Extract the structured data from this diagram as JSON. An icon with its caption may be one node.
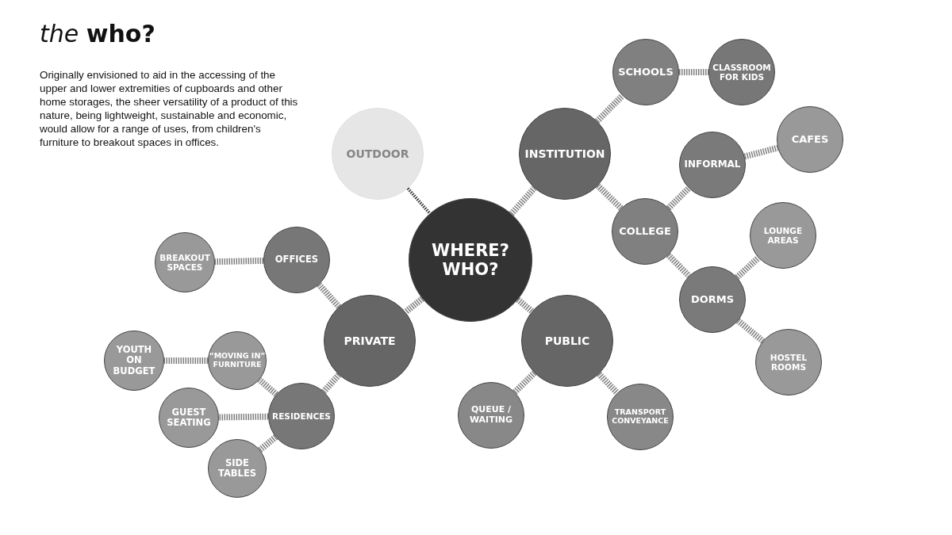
{
  "diagram": {
    "title": "*the* **who?**",
    "caption": "Originally envisioned to aid in the accessing of the upper and lower extremities of cupboards and other home storages, the sheer versatility of a product of this nature, being lightweight, sustainable and economic, would allow for a range of uses, from children's furniture to breakout spaces in offices.",
    "nodes": [
      {
        "text": [
          "WHERE? WHO?"
        ]
      },
      {
        "text": [
          "OUTDOOR"
        ]
      },
      {
        "text": [
          "INSTITUTION"
        ]
      },
      {
        "text": [
          "SCHOOLS"
        ]
      },
      {
        "text": [
          "CLASSROOM FOR KIDS"
        ]
      },
      {
        "text": [
          "INFORMAL"
        ]
      },
      {
        "text": [
          "CAFES"
        ]
      },
      {
        "text": [
          "COLLEGE"
        ]
      },
      {
        "text": [
          "LOUNGE AREAS"
        ]
      },
      {
        "text": [
          "DORMS"
        ]
      },
      {
        "text": [
          "HOSTEL ROOMS"
        ]
      },
      {
        "text": [
          "PRIVATE"
        ]
      },
      {
        "text": [
          "OFFICES"
        ]
      },
      {
        "text": [
          "BREAKOUT SPACES"
        ]
      },
      {
        "text": [
          "RESIDENCES"
        ]
      },
      {
        "text": [
          "“MOVING IN” FURNITURE"
        ]
      },
      {
        "text": [
          "YOUTH ON BUDGET"
        ]
      },
      {
        "text": [
          "GUEST SEATING"
        ]
      },
      {
        "text": [
          "SIDE TABLES"
        ]
      },
      {
        "text": [
          "PUBLIC"
        ]
      },
      {
        "text": [
          "QUEUE / WAITING"
        ]
      },
      {
        "text": [
          "TRANSPORT CONVEYANCE"
        ]
      }
    ],
    "edges": [
      {
        "from": 1,
        "to": 0,
        "arrow": "none",
        "color": "#333333"
      },
      {
        "from": 0,
        "to": 2,
        "arrow": "none"
      },
      {
        "from": 2,
        "to": 3,
        "arrow": "none"
      },
      {
        "from": 3,
        "to": 4,
        "arrow": "none"
      },
      {
        "from": 2,
        "to": 7,
        "arrow": "none"
      },
      {
        "from": 7,
        "to": 5,
        "arrow": "none"
      },
      {
        "from": 5,
        "to": 6,
        "arrow": "none"
      },
      {
        "from": 7,
        "to": 9,
        "arrow": "none"
      },
      {
        "from": 9,
        "to": 8,
        "arrow": "none"
      },
      {
        "from": 9,
        "to": 10,
        "arrow": "none"
      },
      {
        "from": 0,
        "to": 11,
        "arrow": "none"
      },
      {
        "from": 11,
        "to": 12,
        "arrow": "none"
      },
      {
        "from": 12,
        "to": 13,
        "arrow": "none"
      },
      {
        "from": 11,
        "to": 14,
        "arrow": "none"
      },
      {
        "from": 14,
        "to": 15,
        "arrow": "none"
      },
      {
        "from": 15,
        "to": 16,
        "arrow": "none"
      },
      {
        "from": 14,
        "to": 17,
        "arrow": "none"
      },
      {
        "from": 14,
        "to": 18,
        "arrow": "none"
      },
      {
        "from": 0,
        "to": 19,
        "arrow": "none"
      },
      {
        "from": 19,
        "to": 20,
        "arrow": "none"
      },
      {
        "from": 19,
        "to": 21,
        "arrow": "none"
      }
    ]
  }
}
